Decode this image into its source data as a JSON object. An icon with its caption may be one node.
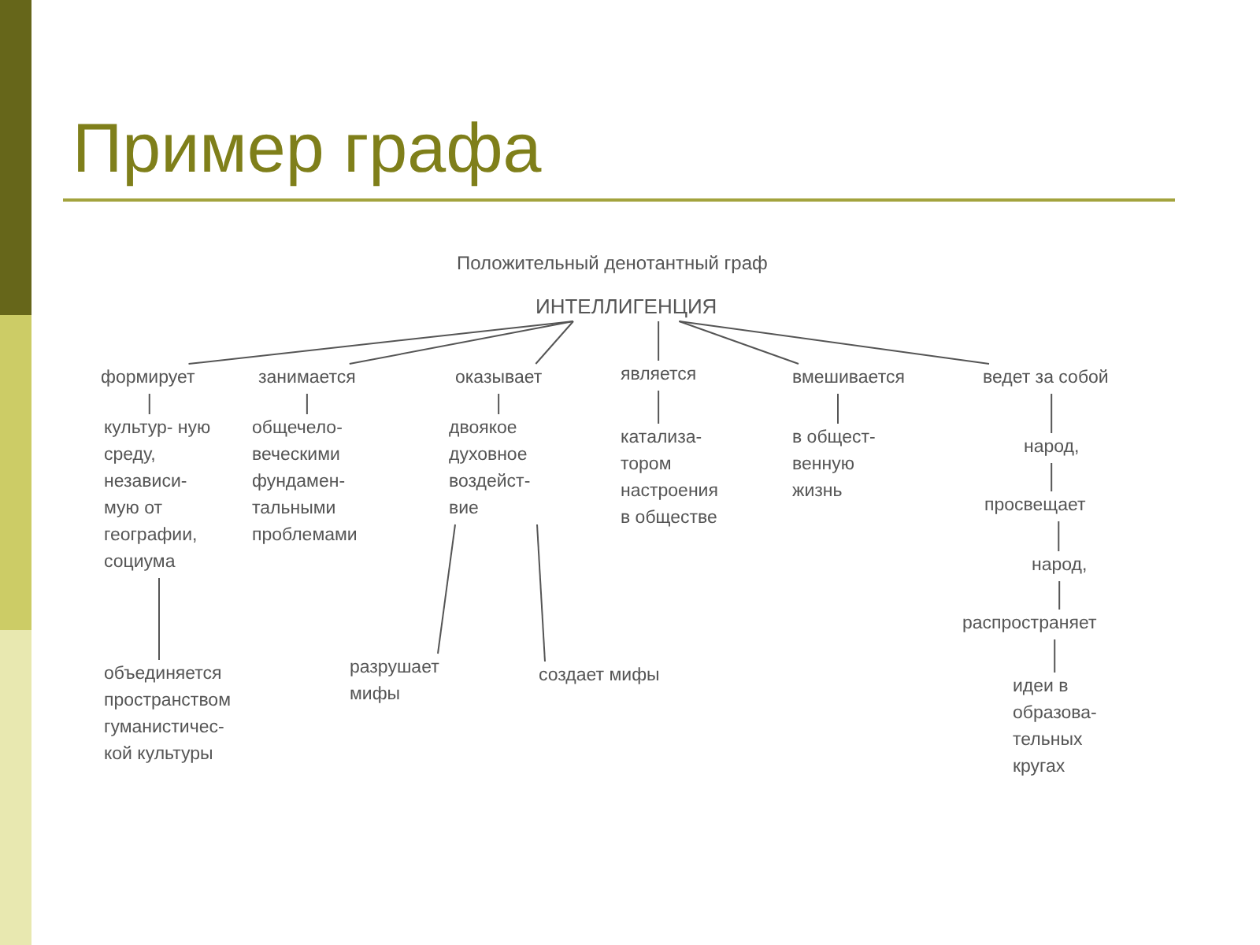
{
  "diagram": {
    "title": "Пример графа",
    "nodes": [
      {
        "text": [
          "ИНТЕЛЛИГЕНЦИЯ"
        ]
      },
      {
        "text": [
          "формирует"
        ]
      },
      {
        "text": [
          "занимается"
        ]
      },
      {
        "text": [
          "оказывает"
        ]
      },
      {
        "text": [
          "является"
        ]
      },
      {
        "text": [
          "вмешивается"
        ]
      },
      {
        "text": [
          "ведет за собой"
        ]
      },
      {
        "text": [
          "культур- ную среду, независи- мую от географии, социума"
        ]
      },
      {
        "text": [
          "общечело- веческими фундамен- тальными проблемами"
        ]
      },
      {
        "text": [
          "двоякое духовное воздейст- вие"
        ]
      },
      {
        "text": [
          "катализа- тором настроения в обществе"
        ]
      },
      {
        "text": [
          "в общест- венную жизнь"
        ]
      },
      {
        "text": [
          "народ,"
        ]
      },
      {
        "text": [
          "просвещает"
        ]
      },
      {
        "text": [
          "народ,"
        ]
      },
      {
        "text": [
          "распространяет"
        ]
      },
      {
        "text": [
          "идеи в образова- тельных кругах"
        ]
      },
      {
        "text": [
          "объединяется пространством гуманистичес- кой культуры"
        ]
      },
      {
        "text": [
          "разрушает мифы"
        ]
      },
      {
        "text": [
          "создает мифы"
        ]
      }
    ],
    "edges": [
      {
        "from": 0,
        "to": 1,
        "arrow": "none"
      },
      {
        "from": 0,
        "to": 2,
        "arrow": "none"
      },
      {
        "from": 0,
        "to": 3,
        "arrow": "none"
      },
      {
        "from": 0,
        "to": 4,
        "arrow": "none"
      },
      {
        "from": 0,
        "to": 5,
        "arrow": "none"
      },
      {
        "from": 0,
        "to": 6,
        "arrow": "none"
      },
      {
        "from": 1,
        "to": 7,
        "arrow": "none"
      },
      {
        "from": 2,
        "to": 8,
        "arrow": "none"
      },
      {
        "from": 3,
        "to": 9,
        "arrow": "none"
      },
      {
        "from": 4,
        "to": 10,
        "arrow": "none"
      },
      {
        "from": 5,
        "to": 11,
        "arrow": "none"
      },
      {
        "from": 6,
        "to": 12,
        "arrow": "none"
      },
      {
        "from": 12,
        "to": 13,
        "arrow": "none"
      },
      {
        "from": 13,
        "to": 14,
        "arrow": "none"
      },
      {
        "from": 14,
        "to": 15,
        "arrow": "none"
      },
      {
        "from": 15,
        "to": 16,
        "arrow": "none"
      },
      {
        "from": 7,
        "to": 17,
        "arrow": "none"
      },
      {
        "from": 9,
        "to": 18,
        "arrow": "none"
      },
      {
        "from": 9,
        "to": 19,
        "arrow": "none"
      }
    ],
    "labels": [
      "Положительный денотантный граф"
    ]
  }
}
